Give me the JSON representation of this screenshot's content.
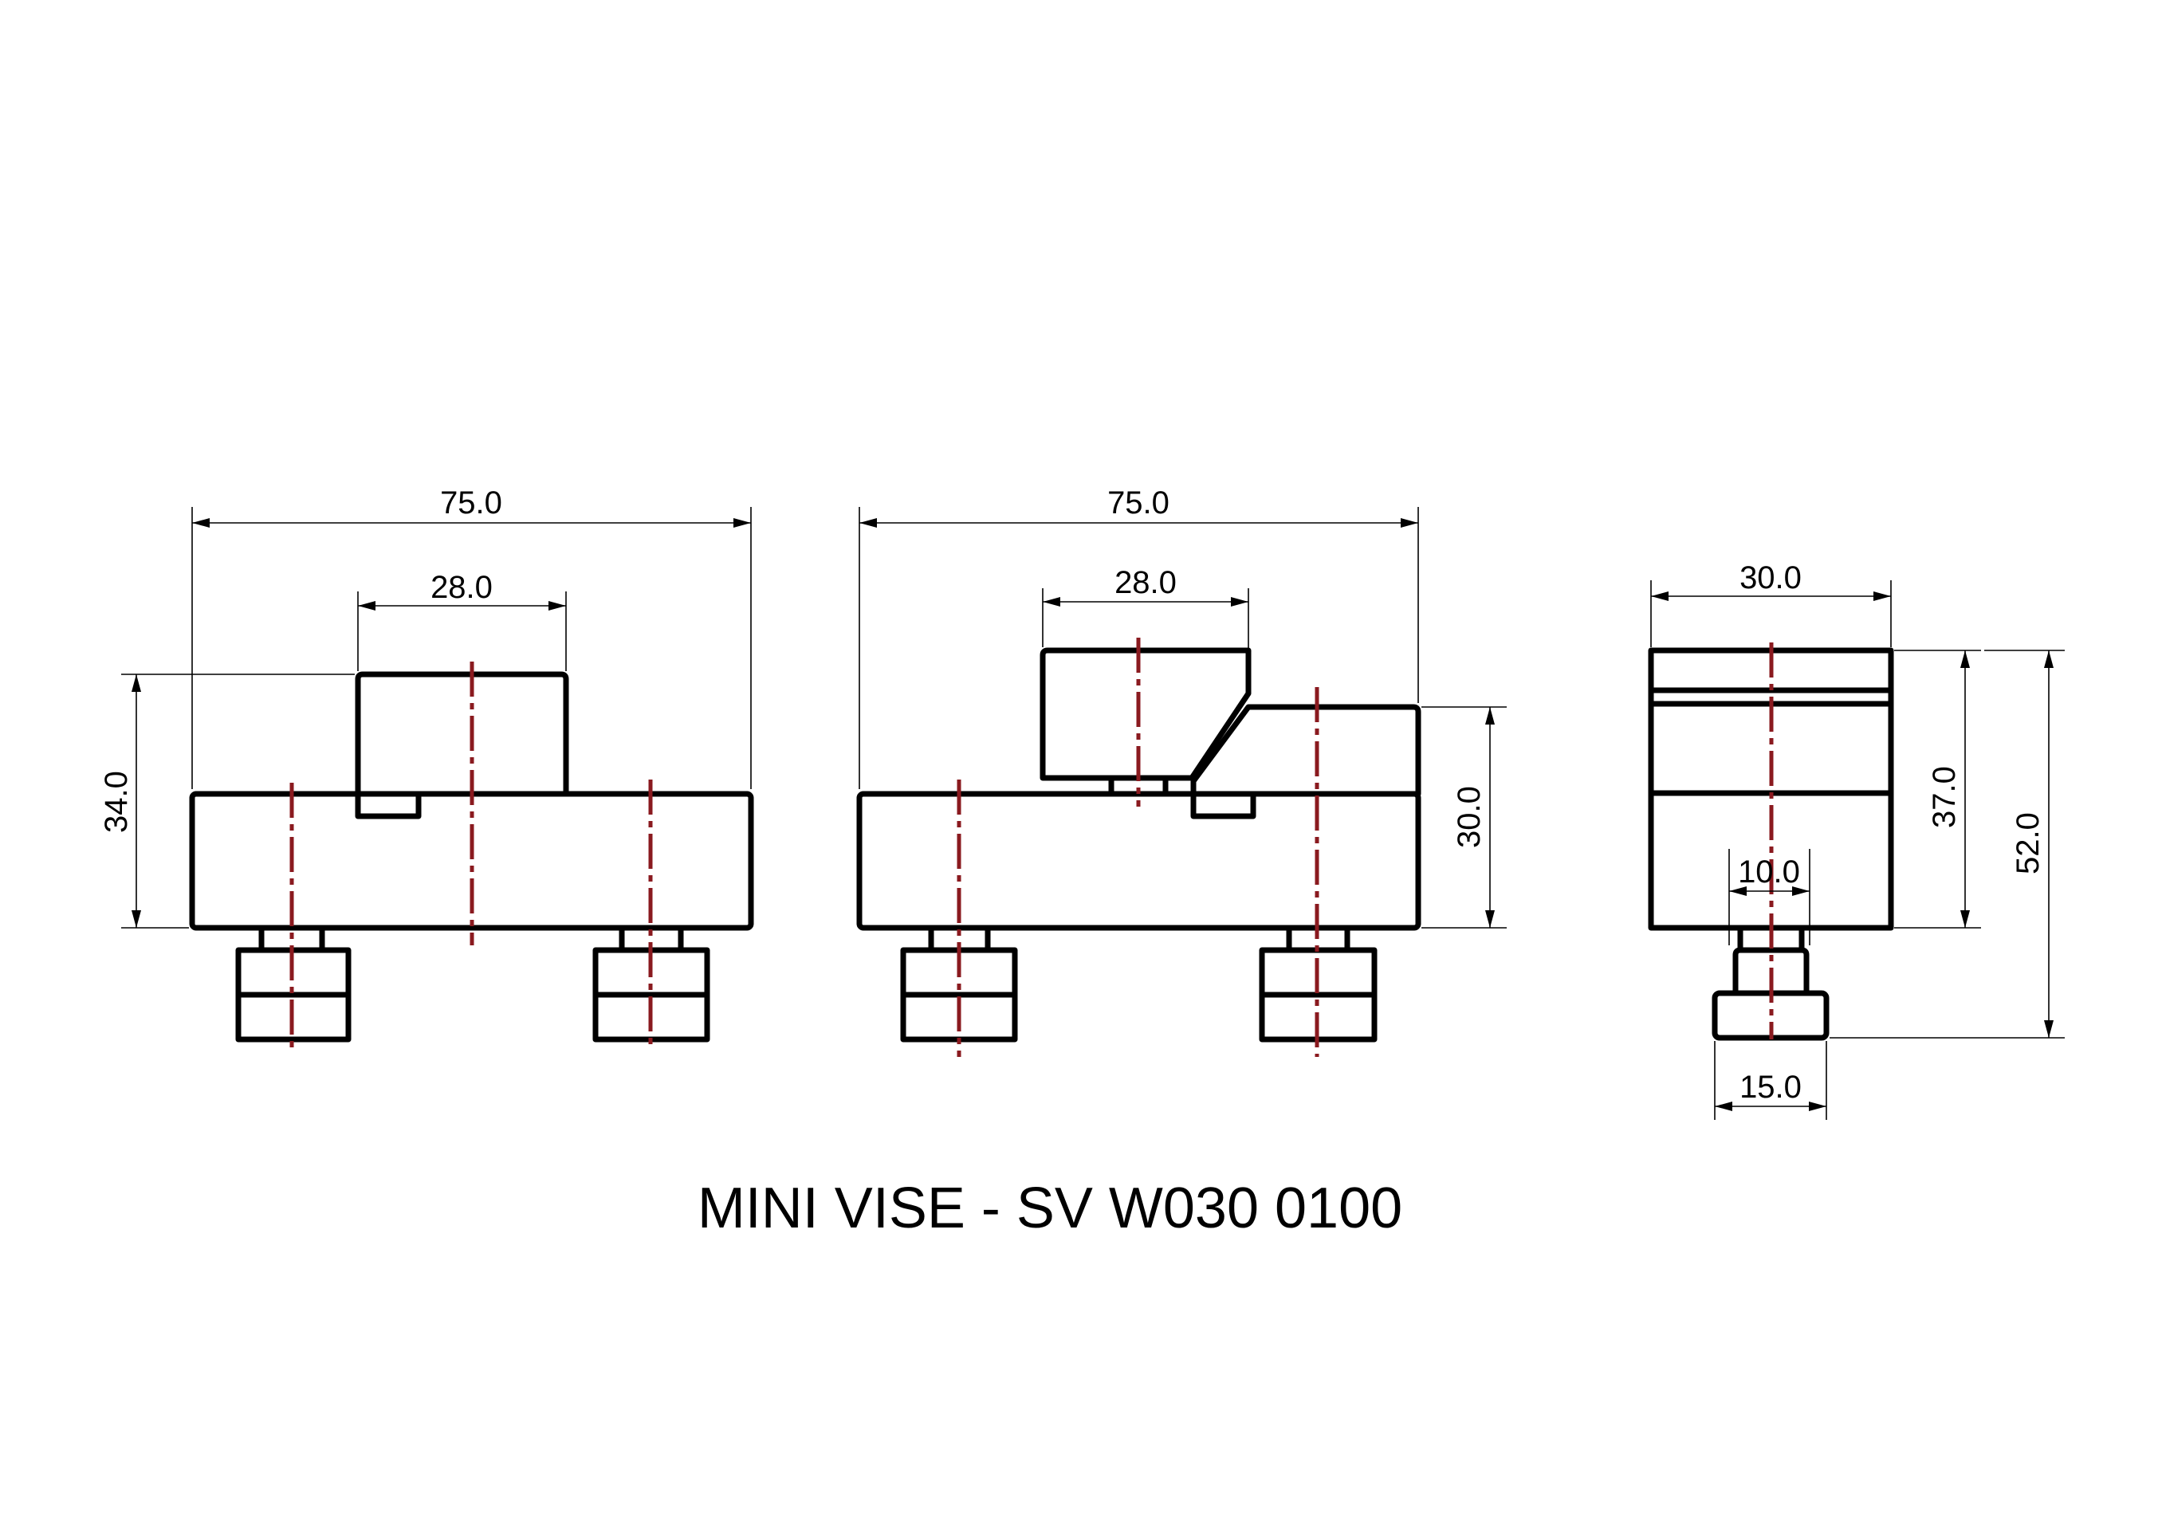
{
  "title": "MINI VISE - SV W030 0100",
  "colors": {
    "outline": "#000000",
    "centerline": "#8a1a1f",
    "background": "#ffffff"
  },
  "front_view": {
    "overall_width": "75.0",
    "jaw_width": "28.0",
    "overall_height": "34.0"
  },
  "section_view": {
    "overall_width": "75.0",
    "jaw_width": "28.0",
    "body_height": "30.0"
  },
  "side_view": {
    "width": "30.0",
    "body_height": "37.0",
    "overall_height": "52.0",
    "stem_width": "10.0",
    "foot_width": "15.0"
  }
}
